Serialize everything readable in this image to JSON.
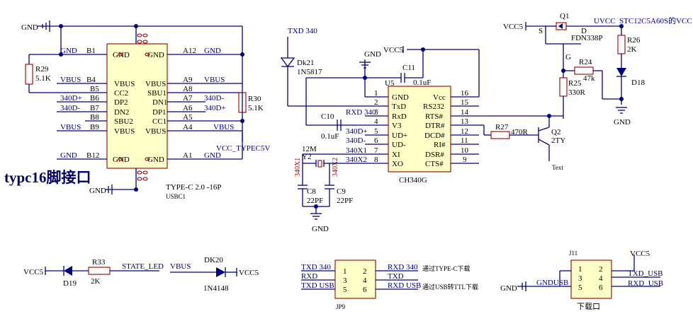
{
  "title": "typc16脚接口",
  "usb_connector": {
    "designator": "USBC1",
    "value": "TYPE-C 2.0 -16P",
    "left_pins": [
      {
        "num": "B1",
        "name": "GND"
      },
      {
        "num": "B4",
        "name": "VBUS"
      },
      {
        "num": "B5",
        "name": "CC2"
      },
      {
        "num": "B6",
        "name": "DP2"
      },
      {
        "num": "B7",
        "name": "DN2"
      },
      {
        "num": "B8",
        "name": "SBU2"
      },
      {
        "num": "B9",
        "name": "VBUS"
      },
      {
        "num": "B12",
        "name": "GND"
      }
    ],
    "right_pins": [
      {
        "num": "A12",
        "name": "GND"
      },
      {
        "num": "A9",
        "name": "VBUS"
      },
      {
        "num": "A8",
        "name": "SBU1"
      },
      {
        "num": "A7",
        "name": "DN1"
      },
      {
        "num": "A6",
        "name": "DP1"
      },
      {
        "num": "A5",
        "name": "CC1"
      },
      {
        "num": "A4",
        "name": "VBUS"
      },
      {
        "num": "A1",
        "name": "GND"
      }
    ],
    "left_nets": [
      "GND",
      "VBUS",
      "340D+",
      "340D-",
      "VBUS",
      "GND"
    ],
    "right_nets": [
      "GND",
      "VBUS",
      "340D-",
      "340D+",
      "VBUS",
      "GND"
    ]
  },
  "ch340": {
    "designator": "U5",
    "value": "CH340G",
    "left_pins": [
      {
        "num": "1",
        "name": "GND"
      },
      {
        "num": "2",
        "name": "TxD"
      },
      {
        "num": "3",
        "name": "RxD"
      },
      {
        "num": "4",
        "name": "V3"
      },
      {
        "num": "5",
        "name": "UD+"
      },
      {
        "num": "6",
        "name": "UD-"
      },
      {
        "num": "7",
        "name": "XI"
      },
      {
        "num": "8",
        "name": "XO"
      }
    ],
    "right_pins": [
      {
        "num": "16",
        "name": "Vcc"
      },
      {
        "num": "15",
        "name": "RS232"
      },
      {
        "num": "14",
        "name": "RTS#"
      },
      {
        "num": "13",
        "name": "DTR#"
      },
      {
        "num": "12",
        "name": "DCD#"
      },
      {
        "num": "11",
        "name": "RI#"
      },
      {
        "num": "10",
        "name": "DSR#"
      },
      {
        "num": "9",
        "name": "CTS#"
      }
    ],
    "left_nets": [
      "RXD 340",
      "340D+",
      "340D-",
      "340X1",
      "340X2"
    ]
  },
  "labels": {
    "gnd": "GND",
    "vcc5": "VCC5",
    "vcc_typec5v": "VCC_TYPEC5V",
    "txd340": "TXD 340",
    "rxd340": "RXD 340",
    "uvcc": "UVCC",
    "stc_vcc": "STC12C5A60S的VCC",
    "state_led": "STATE_LED",
    "vbus": "VBUS",
    "text": "Text",
    "x1": "340X1",
    "x2": "340X2",
    "gndusb": "GNDUSB",
    "g": "G",
    "s": "S",
    "d": "D"
  },
  "components": {
    "r29": {
      "des": "R29",
      "val": "5.1K"
    },
    "r30": {
      "des": "R30",
      "val": "5.1K"
    },
    "dk21": {
      "des": "Dk21",
      "val": "1N5817"
    },
    "c11": {
      "des": "C11",
      "val": "0.1uF"
    },
    "c10": {
      "des": "C10",
      "val": "0.1uF"
    },
    "y2": {
      "des": "Y2",
      "val": "12M"
    },
    "c8": {
      "des": "C8",
      "val": "22PF"
    },
    "c9": {
      "des": "C9",
      "val": "22PF"
    },
    "q1": {
      "des": "Q1",
      "val": "FDN338P"
    },
    "r26": {
      "des": "R26",
      "val": "2K"
    },
    "d18": {
      "des": "D18"
    },
    "r24": {
      "des": "R24",
      "val": "47k"
    },
    "r25": {
      "des": "R25",
      "val": "330R"
    },
    "r27": {
      "des": "R27",
      "val": "470R"
    },
    "q2": {
      "des": "Q2",
      "val": "2TY"
    },
    "d19": {
      "des": "D19"
    },
    "r33": {
      "des": "R33",
      "val": "2K"
    },
    "dk20": {
      "des": "DK20",
      "val": "1N4148"
    },
    "jp9": {
      "des": "JP9"
    },
    "j11": {
      "des": "J11",
      "val": "下载口"
    }
  },
  "jp9": {
    "pins_left": [
      "1",
      "3",
      "5"
    ],
    "pins_right": [
      "2",
      "4",
      "6"
    ],
    "left_nets": [
      "TXD 340",
      "RXD",
      "TXD USB"
    ],
    "right_nets": [
      "RXD 340",
      "TXD",
      "RXD USB"
    ],
    "notes": [
      "通过TYPE-C下载",
      "通过USB转TTL下载"
    ]
  },
  "j11": {
    "pins_left": [
      "1",
      "3",
      "5"
    ],
    "pins_right": [
      "2",
      "4",
      "6"
    ],
    "right_nets": [
      "TXD_USB",
      "RXD_USB"
    ]
  }
}
